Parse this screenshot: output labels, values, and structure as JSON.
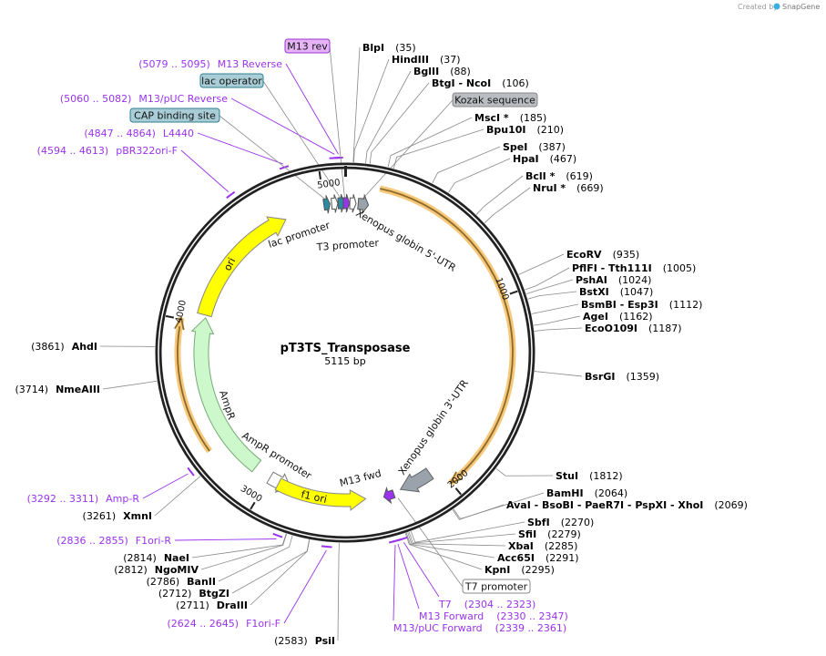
{
  "branding": {
    "created_by": "Created by",
    "brand": "SnapGene"
  },
  "plasmid": {
    "name": "pT3TS_Transposase",
    "length": "5115 bp"
  },
  "ticks": [
    "1000",
    "2000",
    "3000",
    "4000",
    "5000"
  ],
  "feature_labels": {
    "lac_promoter": "lac promoter",
    "t3_promoter": "T3 promoter",
    "xenopus_5utr": "Xenopus globin 5'-UTR",
    "xenopus_3utr": "Xenopus globin 3'-UTR",
    "ampr": "AmpR",
    "ampr_promoter": "AmpR promoter",
    "m13_fwd": "M13 fwd",
    "ori": "ori",
    "f1_ori": "f1 ori"
  },
  "feature_boxes": [
    {
      "label": "M13 rev"
    },
    {
      "label": "lac operator"
    },
    {
      "label": "CAP binding site"
    },
    {
      "label": "Kozak sequence"
    },
    {
      "label": "T7 promoter"
    }
  ],
  "enzymes": [
    {
      "name": "BlpI",
      "pos": "(35)"
    },
    {
      "name": "HindIII",
      "pos": "(37)"
    },
    {
      "name": "BglII",
      "pos": "(88)"
    },
    {
      "name": "BtgI  - NcoI",
      "pos": "(106)"
    },
    {
      "name": "MscI *",
      "pos": "(185)"
    },
    {
      "name": "Bpu10I",
      "pos": "(210)"
    },
    {
      "name": "SpeI",
      "pos": "(387)"
    },
    {
      "name": "HpaI",
      "pos": "(467)"
    },
    {
      "name": "BclI *",
      "pos": "(619)"
    },
    {
      "name": "NruI *",
      "pos": "(669)"
    },
    {
      "name": "EcoRV",
      "pos": "(935)"
    },
    {
      "name": "PflFI  - Tth111I",
      "pos": "(1005)"
    },
    {
      "name": "PshAI",
      "pos": "(1024)"
    },
    {
      "name": "BstXI",
      "pos": "(1047)"
    },
    {
      "name": "BsmBI  - Esp3I",
      "pos": "(1112)"
    },
    {
      "name": "AgeI",
      "pos": "(1162)"
    },
    {
      "name": "EcoO109I",
      "pos": "(1187)"
    },
    {
      "name": "BsrGI",
      "pos": "(1359)"
    },
    {
      "name": "StuI",
      "pos": "(1812)"
    },
    {
      "name": "BamHI",
      "pos": "(2064)"
    },
    {
      "name": "AvaI  - BsoBI  - PaeR7I  - PspXI  - XhoI",
      "pos": "(2069)"
    },
    {
      "name": "SbfI",
      "pos": "(2270)"
    },
    {
      "name": "SfiI",
      "pos": "(2279)"
    },
    {
      "name": "XbaI",
      "pos": "(2285)"
    },
    {
      "name": "Acc65I",
      "pos": "(2291)"
    },
    {
      "name": "KpnI",
      "pos": "(2295)"
    },
    {
      "name": "PsiI",
      "pos": "(2583)"
    },
    {
      "name": "DraIII",
      "pos": "(2711)"
    },
    {
      "name": "BtgZI",
      "pos": "(2712)"
    },
    {
      "name": "BanII",
      "pos": "(2786)"
    },
    {
      "name": "NgoMIV",
      "pos": "(2812)"
    },
    {
      "name": "NaeI",
      "pos": "(2814)"
    },
    {
      "name": "XmnI",
      "pos": "(3261)"
    },
    {
      "name": "NmeAIII",
      "pos": "(3714)"
    },
    {
      "name": "AhdI",
      "pos": "(3861)"
    }
  ],
  "primers": [
    {
      "name": "M13 Reverse",
      "range": "(5079 .. 5095)"
    },
    {
      "name": "M13/pUC Reverse",
      "range": "(5060 .. 5082)"
    },
    {
      "name": "L4440",
      "range": "(4847 .. 4864)"
    },
    {
      "name": "pBR322ori-F",
      "range": "(4594 .. 4613)"
    },
    {
      "name": "T7",
      "range": "(2304 .. 2323)"
    },
    {
      "name": "M13 Forward",
      "range": "(2330 .. 2347)"
    },
    {
      "name": "M13/pUC Forward",
      "range": "(2339 .. 2361)"
    },
    {
      "name": "F1ori-F",
      "range": "(2624 .. 2645)"
    },
    {
      "name": "F1ori-R",
      "range": "(2836 .. 2855)"
    },
    {
      "name": "Amp-R",
      "range": "(3292 .. 3311)"
    }
  ],
  "colors": {
    "primer": "#9933ee",
    "cds": "#f7c77a",
    "ori": "#ffff00",
    "ampr": "#ccf8cc",
    "utr": "#9aa3ab"
  }
}
